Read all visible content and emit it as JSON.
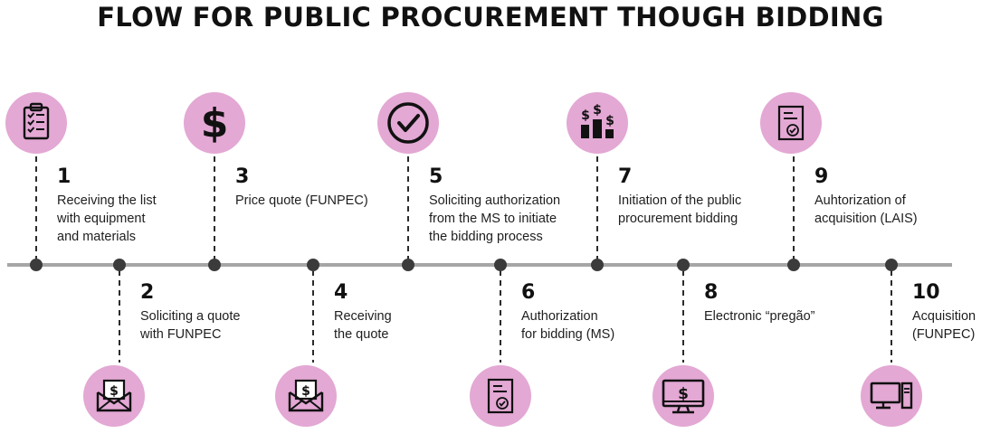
{
  "title": "FLOW FOR PUBLIC PROCUREMENT THOUGH BIDDING",
  "colors": {
    "circle": "#e3a8d4",
    "line": "#a6a6a6",
    "dot": "#3b3b3b",
    "icon": "#111111"
  },
  "steps": [
    {
      "number": "1",
      "label": "Receiving the list\nwith equipment\nand materials",
      "icon": "clipboard-checklist-icon"
    },
    {
      "number": "2",
      "label": "Soliciting a quote\nwith FUNPEC",
      "icon": "envelope-dollar-icon"
    },
    {
      "number": "3",
      "label": "Price quote (FUNPEC)",
      "icon": "dollar-sign-icon"
    },
    {
      "number": "4",
      "label": "Receiving\nthe quote",
      "icon": "envelope-dollar-icon"
    },
    {
      "number": "5",
      "label": "Soliciting authorization\nfrom the MS to initiate\nthe bidding process",
      "icon": "checkmark-circle-icon"
    },
    {
      "number": "6",
      "label": "Authorization\nfor bidding (MS)",
      "icon": "document-check-icon"
    },
    {
      "number": "7",
      "label": "Initiation of the public\nprocurement bidding",
      "icon": "bidding-podium-icon"
    },
    {
      "number": "8",
      "label": "Electronic “pregão”",
      "icon": "monitor-dollar-icon"
    },
    {
      "number": "9",
      "label": "Auhtorization of\nacquisition (LAIS)",
      "icon": "document-check-icon"
    },
    {
      "number": "10",
      "label": "Acquisition\n(FUNPEC)",
      "icon": "computer-icon"
    }
  ]
}
